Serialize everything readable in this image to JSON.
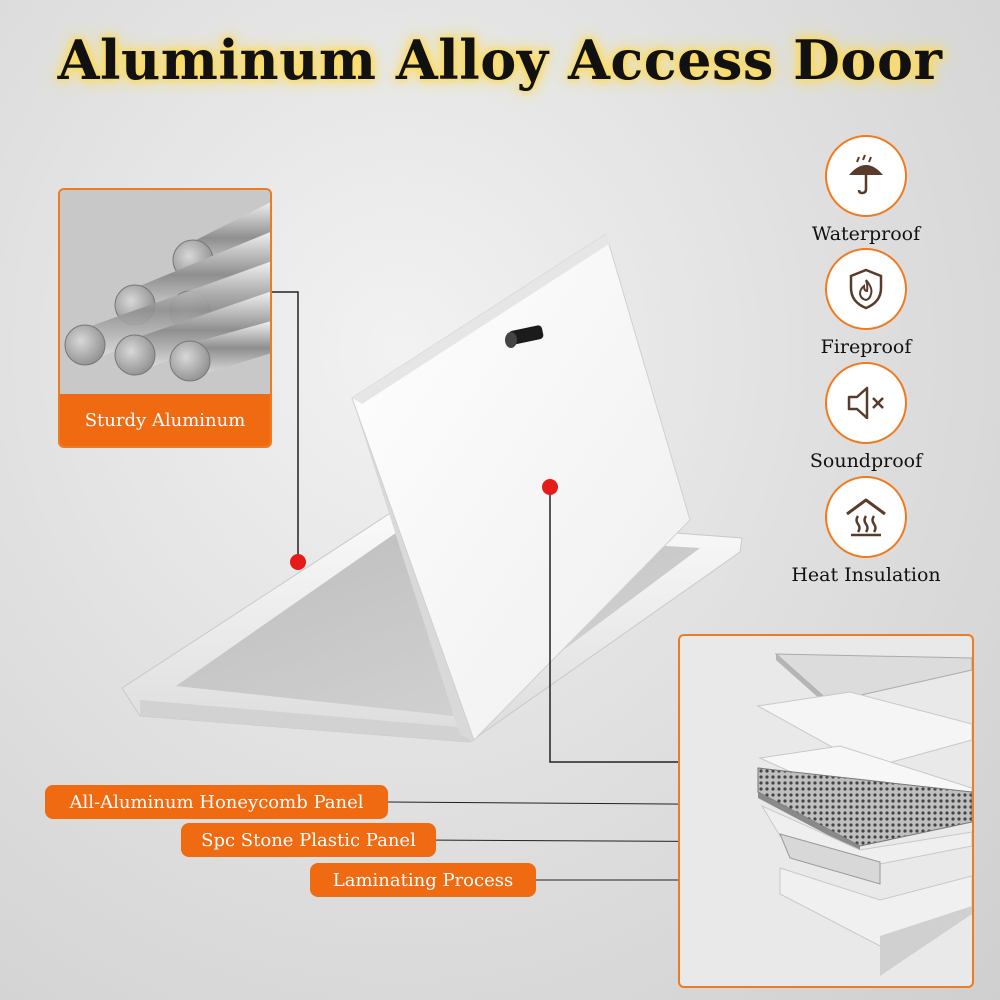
{
  "title": "Aluminum Alloy Access Door",
  "material_callout": {
    "label": "Sturdy Aluminum"
  },
  "features": [
    {
      "label": "Waterproof",
      "icon": "umbrella-rain-icon"
    },
    {
      "label": "Fireproof",
      "icon": "shield-flame-icon"
    },
    {
      "label": "Soundproof",
      "icon": "speaker-mute-icon"
    },
    {
      "label": "Heat Insulation",
      "icon": "house-heat-icon"
    }
  ],
  "layers": [
    {
      "label": "All-Aluminum Honeycomb Panel"
    },
    {
      "label": "Spc Stone Plastic Panel"
    },
    {
      "label": "Laminating Process"
    }
  ],
  "colors": {
    "accent": "#f06a12",
    "marker": "#e41b17",
    "title_glow": "#ffd84a"
  }
}
